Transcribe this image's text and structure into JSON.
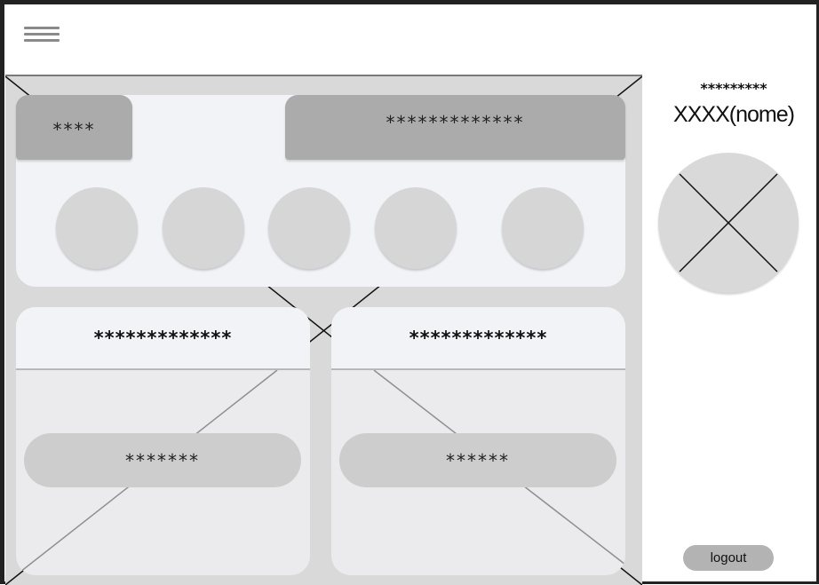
{
  "header": {
    "menu_icon": "hamburger-menu-icon"
  },
  "main": {
    "top_panel": {
      "tab_left_label": "****",
      "tab_right_label": "*************",
      "circles": [
        "circle-1",
        "circle-2",
        "circle-3",
        "circle-4",
        "circle-5"
      ]
    },
    "card_left": {
      "title": "*************",
      "button_label": "*******"
    },
    "card_right": {
      "title": "*************",
      "button_label": "******"
    }
  },
  "sidebar": {
    "title": "*********",
    "name": "XXXX(nome)",
    "avatar_icon": "image-placeholder-icon",
    "logout_label": "logout"
  },
  "colors": {
    "frame_border": "#222222",
    "panel_bg": "#d9d9d9",
    "card_bg": "#f2f3f7",
    "tab_bg": "#ababab",
    "button_bg": "#cdcdcd",
    "logout_bg": "#b3b3b3"
  }
}
